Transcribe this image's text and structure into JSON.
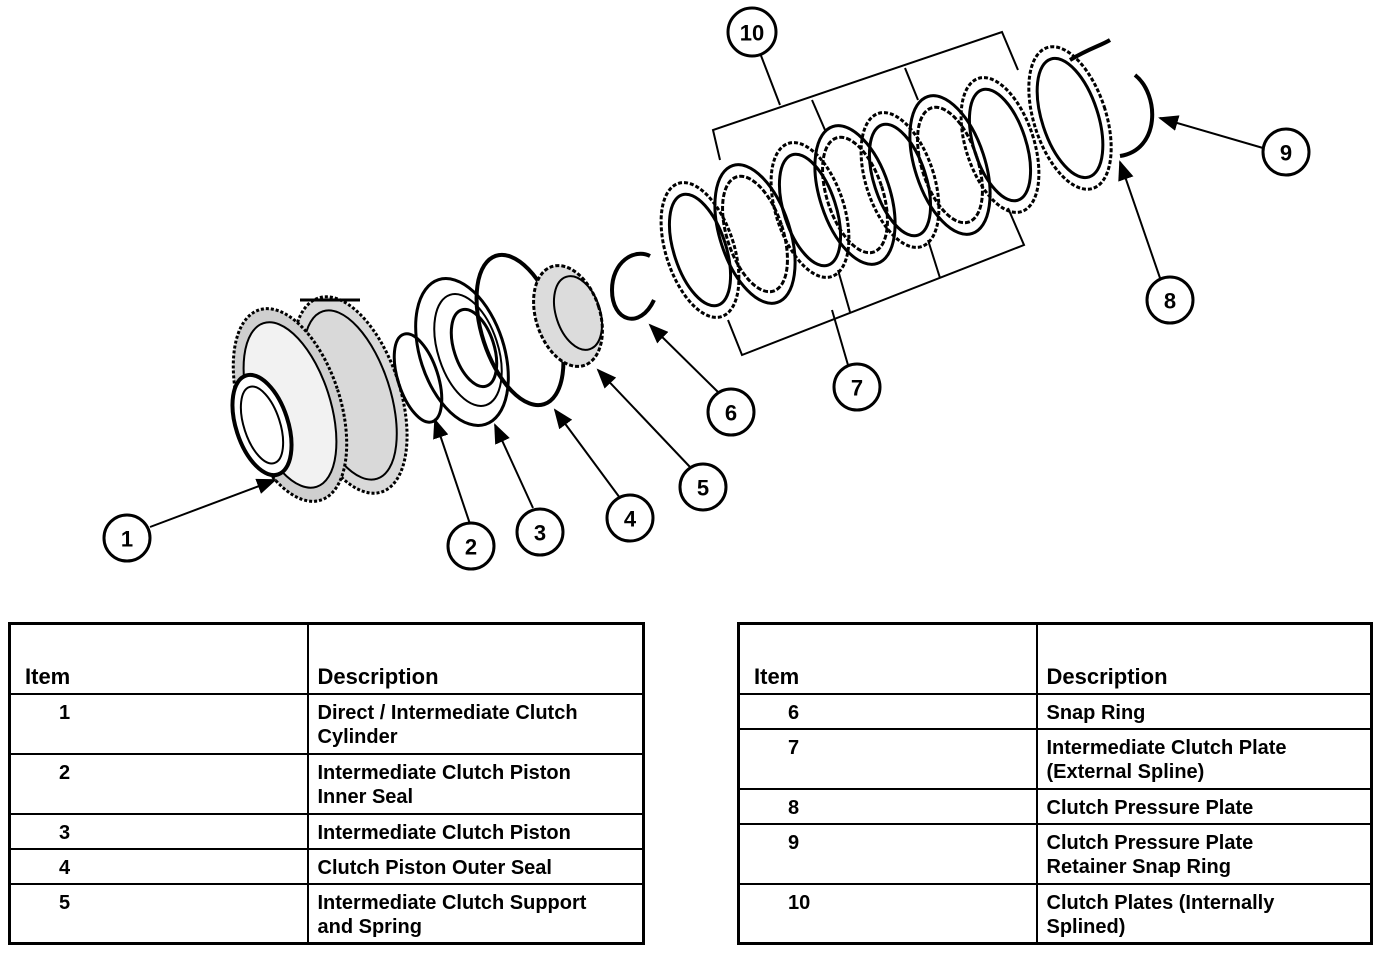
{
  "callouts": [
    "1",
    "2",
    "3",
    "4",
    "5",
    "6",
    "7",
    "8",
    "9",
    "10"
  ],
  "tables": {
    "left": {
      "headers": {
        "item": "Item",
        "description": "Description"
      },
      "rows": [
        {
          "item": "1",
          "line1": "Direct / Intermediate Clutch",
          "line2": "Cylinder"
        },
        {
          "item": "2",
          "line1": "Intermediate Clutch Piston",
          "line2": "Inner Seal"
        },
        {
          "item": "3",
          "line1": "Intermediate Clutch Piston",
          "line2": ""
        },
        {
          "item": "4",
          "line1": "Clutch Piston Outer Seal",
          "line2": ""
        },
        {
          "item": "5",
          "line1": "Intermediate Clutch Support",
          "line2": "and Spring"
        }
      ]
    },
    "right": {
      "headers": {
        "item": "Item",
        "description": "Description"
      },
      "rows": [
        {
          "item": "6",
          "line1": "Snap Ring",
          "line2": ""
        },
        {
          "item": "7",
          "line1": "Intermediate Clutch Plate",
          "line2": "(External Spline)"
        },
        {
          "item": "8",
          "line1": "Clutch Pressure Plate",
          "line2": ""
        },
        {
          "item": "9",
          "line1": "Clutch Pressure Plate",
          "line2": "Retainer Snap Ring"
        },
        {
          "item": "10",
          "line1": "Clutch Plates (Internally",
          "line2": "Splined)"
        }
      ]
    }
  }
}
